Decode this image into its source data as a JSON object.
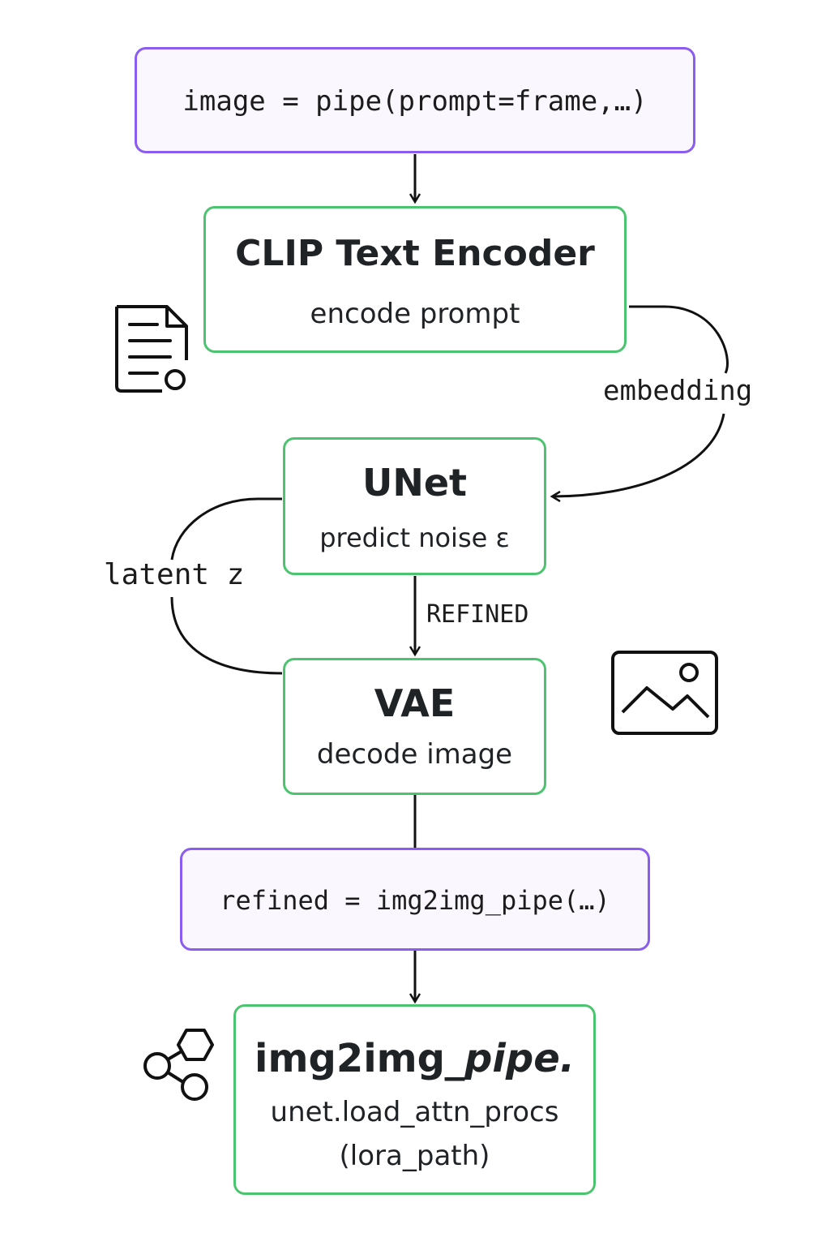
{
  "nodes": {
    "call": {
      "code": "image = pipe(prompt=frame,…)"
    },
    "clip": {
      "title": "CLIP Text Encoder",
      "subtitle": "encode prompt"
    },
    "unet": {
      "title": "UNet",
      "subtitle": "predict noise ε"
    },
    "vae": {
      "title": "VAE",
      "subtitle": "decode image"
    },
    "refined": {
      "code": "refined = img2img_pipe(…)"
    },
    "img2img": {
      "title_plain": "img2img",
      "title_italic": "_pipe.",
      "line1": "unet.load_attn_procs",
      "line2": "(lora_path)"
    }
  },
  "edges": {
    "embedding": "embedding",
    "latent": "latent z",
    "refined": "REFINED"
  },
  "icons": {
    "document": "document-icon",
    "image": "image-icon",
    "network": "network-icon"
  },
  "colors": {
    "code_border": "#8a5cf0",
    "process_border": "#4cc46f",
    "line": "#111111"
  }
}
